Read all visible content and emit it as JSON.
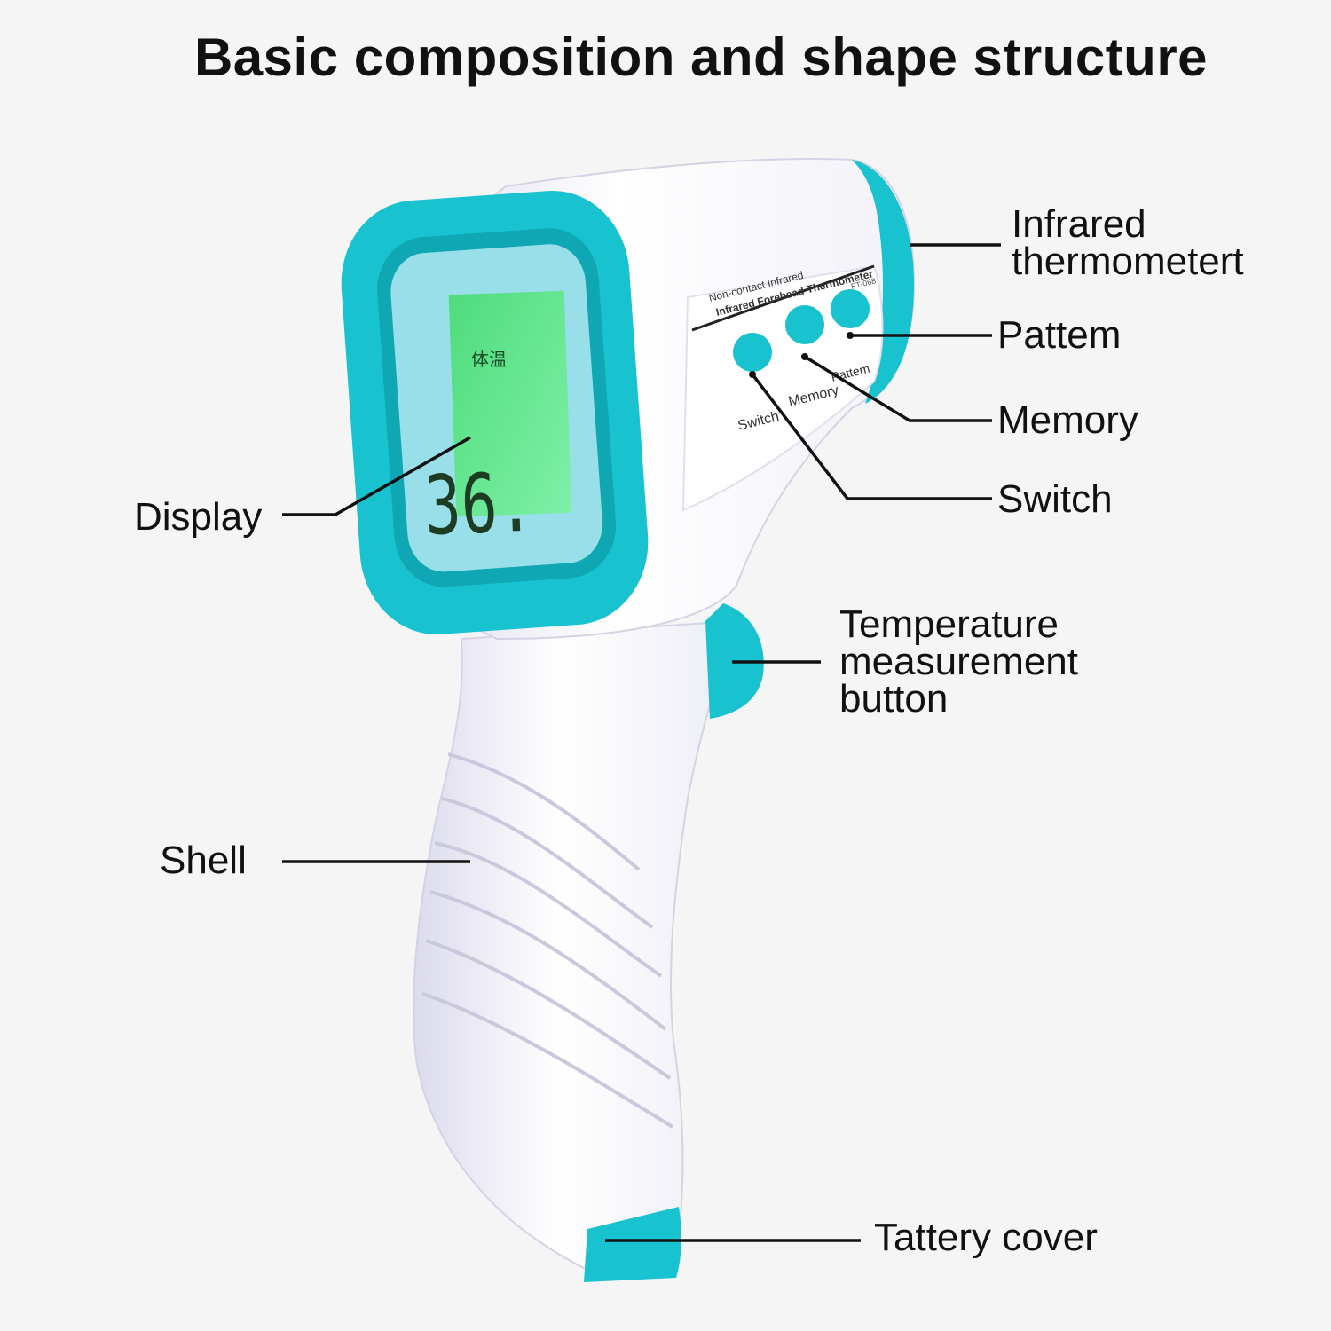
{
  "title": "Basic composition and shape structure",
  "device": {
    "screen_reading": "36.",
    "screen_kanji": "体温",
    "panel_line1": "Non-contact Infrared",
    "panel_line2": "Infrared Forehead Thermometer",
    "model_tag": "FT-068",
    "button_labels": {
      "switch": "Switch",
      "memory": "Memory",
      "pattern": "Pattem"
    }
  },
  "labels": {
    "infrared_thermometer": [
      "Infrared",
      "thermometert"
    ],
    "pattern": "Pattem",
    "memory": "Memory",
    "switch": "Switch",
    "display": "Display",
    "temperature_button": [
      "Temperature",
      "measurement",
      "button"
    ],
    "shell": "Shell",
    "battery_cover": "Tattery cover"
  },
  "colors": {
    "accent": "#19c2cf",
    "accent_dark": "#0ea7b3",
    "shell": "#fbfbfe",
    "screen": "#58e08a",
    "leader": "#111111"
  }
}
